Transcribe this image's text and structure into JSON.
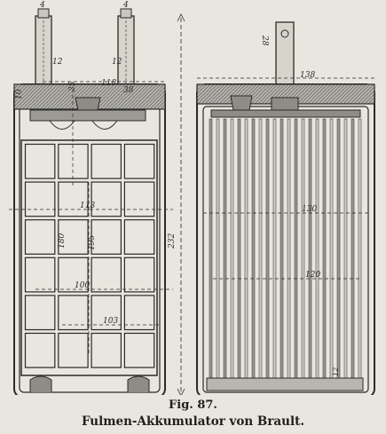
{
  "figure": {
    "number_label": "Fig. 87.",
    "caption": "Fulmen-Akkumulator von Brault."
  },
  "dimensions": {
    "terminal_width_left": "4",
    "terminal_width_right": "4",
    "terminal_height": "28",
    "stem_left": "12",
    "stem_right": "12",
    "top_width": "118",
    "rib_left": "35",
    "rib_right": "38",
    "lid_left": "10",
    "outer_height": "232",
    "plate_width_top": "113",
    "plate_height": "180",
    "plate_height_inner": "195",
    "plate_width_mid": "100",
    "plate_width_bottom": "103",
    "side_top_width": "138",
    "side_inner_width": "130",
    "side_plate_width": "120",
    "side_foot": "12"
  },
  "colors": {
    "ink": "#2a2a2a",
    "paper": "#e9e6df",
    "shade": "#a8a6a0"
  }
}
